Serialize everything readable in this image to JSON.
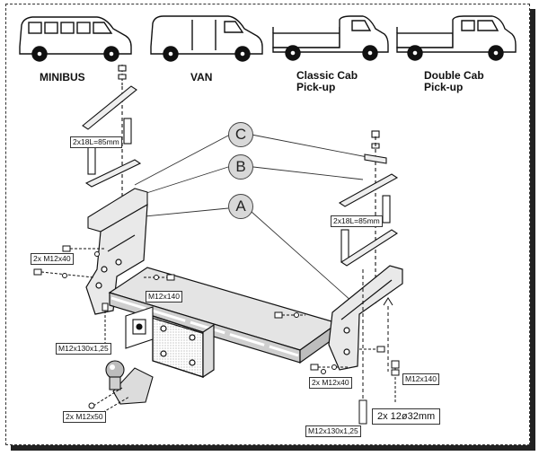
{
  "vehicles": [
    {
      "label": "MINIBUS"
    },
    {
      "label": "VAN"
    },
    {
      "label": "Classic Cab\nPick-up"
    },
    {
      "label": "Double Cab\nPick-up"
    }
  ],
  "callouts": {
    "c": "C",
    "b": "B",
    "a": "A"
  },
  "tags": {
    "bracket_left": "2x18L=85mm",
    "bracket_right": "2x18L=85mm",
    "bolt_left_side": "2x M12x40",
    "bolt_center": "M12x140",
    "bolt_left_long": "M12x130x1,25",
    "ball_bolts": "2x M12x50",
    "bolt_right_side": "2x M12x40",
    "bolt_right": "M12x140",
    "bolt_right_long": "M12x130x1,25",
    "spacers": "2x  12ø32mm"
  },
  "colors": {
    "line": "#111111",
    "callout_fill": "#d8d8d8",
    "metal": "#e9e9e9",
    "shadow": "#222222"
  }
}
